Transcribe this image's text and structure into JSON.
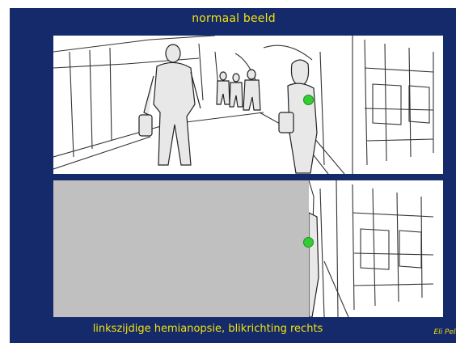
{
  "slide": {
    "title": "normaal beeld",
    "caption": "linkszijdige  hemianopsie, blikrichting rechts",
    "credit": "Eli Peli"
  },
  "colors": {
    "background": "#142a6b",
    "text": "#f4e20a",
    "fixation": "#33cc33",
    "occluder": "#c0c0c0"
  },
  "icons": {
    "fixation_marker": "green-dot"
  }
}
